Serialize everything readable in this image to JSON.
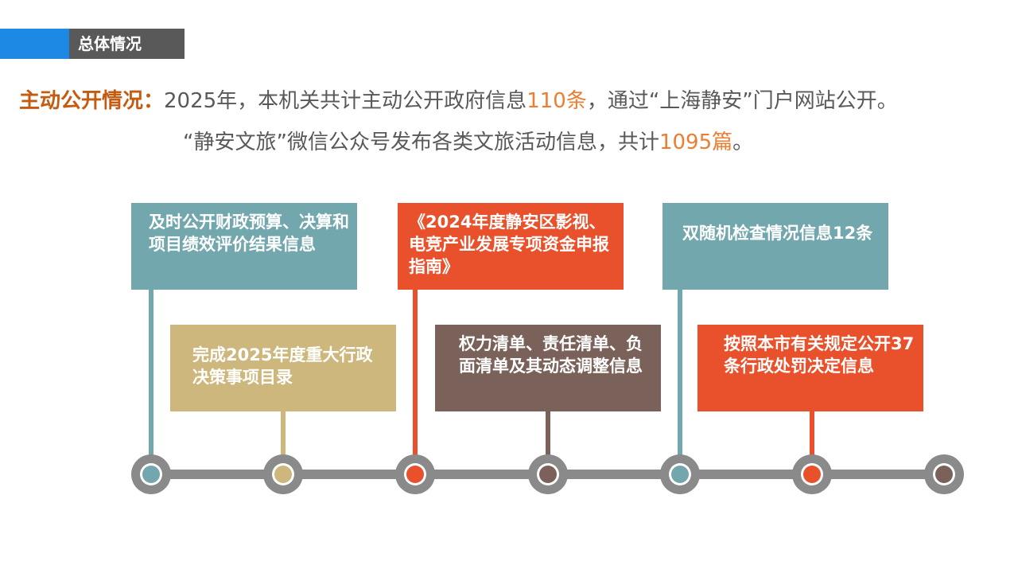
{
  "header": {
    "section_title": "总体情况",
    "accent_color": "#1e88e5",
    "bar_color": "#595959"
  },
  "intro": {
    "label": "主动公开情况：",
    "line1_part1": "2025年，本机关共计主动公开政府信息",
    "line1_count": "110条",
    "line1_part2": "，通过“上海静安”门户网站公开。",
    "line2_part1": "“静安文旅”微信公众号发布各类文旅活动信息，共计",
    "line2_count": "1095篇",
    "line2_part2": "。",
    "label_color": "#c55a11",
    "highlight_color": "#ed7d31"
  },
  "timeline": {
    "track_color": "#8a8a8a",
    "items": [
      {
        "text": "及时公开财政预算、决算和项目绩效评价结果信息",
        "color": "#72a7ae",
        "position": "top"
      },
      {
        "text": "完成2025年度重大行政决策事项目录",
        "color": "#cdb77d",
        "position": "bottom"
      },
      {
        "text": "《2024年度静安区影视、电竞产业发展专项资金申报指南》",
        "color": "#e8512c",
        "position": "top"
      },
      {
        "text": "权力清单、责任清单、负面清单及其动态调整信息",
        "color": "#7a625a",
        "position": "bottom"
      },
      {
        "text": "双随机检查情况信息12条",
        "color": "#72a7ae",
        "position": "top"
      },
      {
        "text": "按照本市有关规定公开37条行政处罚决定信息",
        "color": "#e8512c",
        "position": "bottom"
      }
    ],
    "end_node_color": "#7a625a"
  }
}
